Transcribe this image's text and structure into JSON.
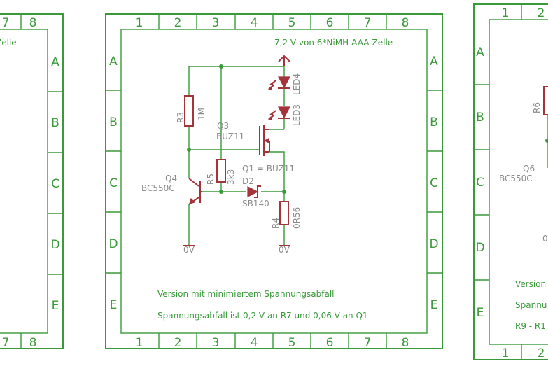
{
  "left_sheet": {
    "columns": [
      "7",
      "8"
    ],
    "rows": [
      "A",
      "B",
      "C",
      "D",
      "E"
    ],
    "partial_text": "Zelle"
  },
  "center_sheet": {
    "columns": [
      "1",
      "2",
      "3",
      "4",
      "5",
      "6",
      "7",
      "8"
    ],
    "rows": [
      "A",
      "B",
      "C",
      "D",
      "E"
    ],
    "supply_label": "7,2 V von 6*NiMH-AAA-Zelle",
    "components": {
      "r3": {
        "name": "R3",
        "value": "1M"
      },
      "q3": {
        "name": "Q3",
        "value": "BUZ11"
      },
      "led4": {
        "name": "LED4"
      },
      "led3": {
        "name": "LED3"
      },
      "q4": {
        "name": "Q4",
        "value": "BC550C"
      },
      "r5": {
        "name": "R5",
        "value": "3k3"
      },
      "q1_note": "Q1 = BUZ11",
      "d2": {
        "name": "D2",
        "value": "SB140"
      },
      "r4": {
        "name": "R4",
        "value": "0R56"
      }
    },
    "gnd_left": "0V",
    "gnd_right": "0V",
    "note1": "Version mit minimiertem Spannungsabfall",
    "note2": "Spannungsabfall ist 0,2 V an R7 und 0,06 V an Q1"
  },
  "right_sheet": {
    "columns": [
      "1",
      "2"
    ],
    "rows": [
      "A",
      "B",
      "C",
      "D",
      "E"
    ],
    "partial": {
      "r6": "R6",
      "q6": "Q6",
      "q6_value": "BC550C",
      "note1": "Version",
      "note2": "Spannu",
      "note3": "R9 - R1",
      "gnd": "0"
    }
  }
}
